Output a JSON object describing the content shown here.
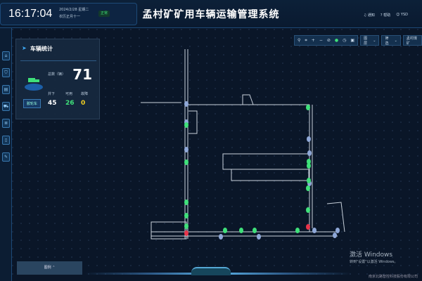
{
  "header": {
    "time": "16:17:04",
    "date": "2024/2/28 星期二",
    "lunar": "农历正月十一",
    "status": "正常",
    "title": "孟村矿矿用车辆运输管理系统",
    "notify": "通知",
    "help": "帮助",
    "user": "YSD"
  },
  "toolbar": {
    "icons": [
      "search-icon",
      "fit-icon",
      "zoom-in-icon",
      "zoom-out-icon",
      "measure-icon",
      "online-dot-icon",
      "history-icon",
      "save-icon"
    ],
    "layer": "图层",
    "filter": "筛选",
    "mine": "孟村煤矿"
  },
  "sidebar": {
    "icons": [
      "home-icon",
      "shield-icon",
      "chart-icon",
      "vehicle-icon",
      "list-icon",
      "doc-icon",
      "report-icon"
    ]
  },
  "stats": {
    "title": "车辆统计",
    "total_label": "总数（辆）",
    "total": "71",
    "vehicle_type": "胶轮车",
    "underground_label": "井下",
    "underground": "45",
    "available_label": "可用",
    "available": "26",
    "fault_label": "故障",
    "fault": "0"
  },
  "colors": {
    "normal": "#3fe07a",
    "fault": "#e8344a",
    "offline": "#8fa8d8",
    "accent": "#2e8fd8",
    "value_white": "#ffffff",
    "value_green": "#3fe07a",
    "value_yellow": "#f2d022"
  },
  "legend": {
    "label": "图例"
  },
  "watermark": {
    "line1": "激活 Windows",
    "line2": "转到\"设置\"以激活 Windows。"
  },
  "footer": {
    "company": "南京北路智控科技股份有限公司"
  }
}
